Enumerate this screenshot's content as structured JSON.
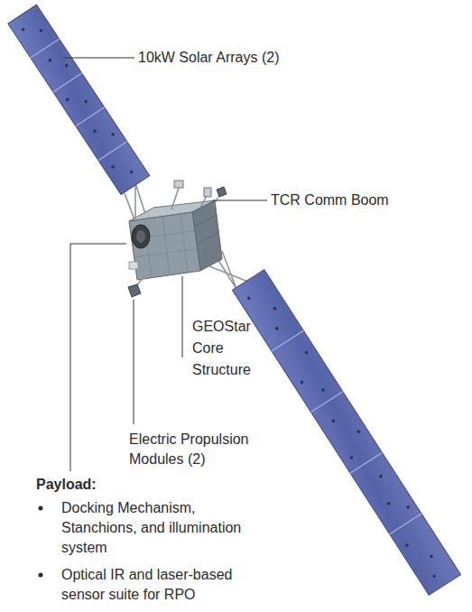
{
  "diagram": {
    "labels": [
      "10kW Solar Arrays (2)",
      "TCR Comm Boom",
      "GEOStar Core Structure",
      "Electric Propulsion Modules (2)",
      "Payload:",
      "Docking Mechanism, Stanchions, and illumination system",
      "Optical IR and laser-based sensor suite for RPO"
    ]
  }
}
